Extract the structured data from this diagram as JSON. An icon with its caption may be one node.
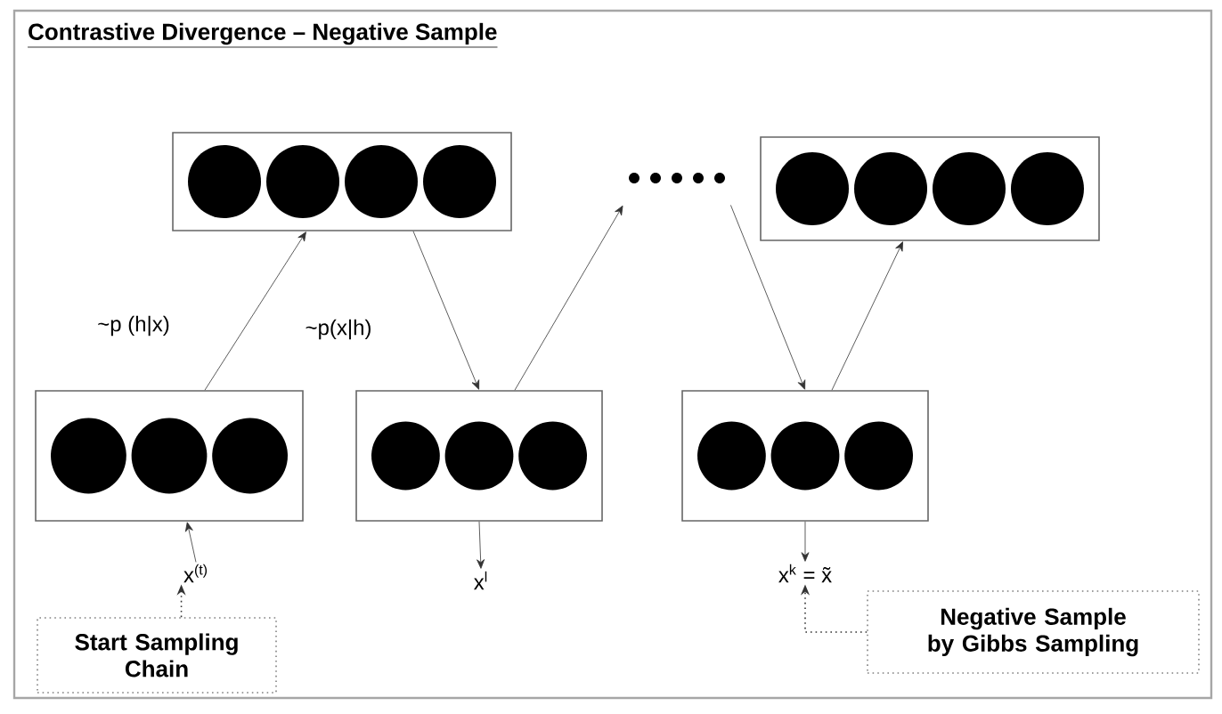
{
  "diagram": {
    "title": "Contrastive Divergence – Negative Sample",
    "nodes": [
      {
        "text": [],
        "shape": "box"
      },
      {
        "text": [],
        "shape": "box"
      },
      {
        "text": [],
        "shape": "box"
      },
      {
        "text": [],
        "shape": "ellipsis"
      },
      {
        "text": [],
        "shape": "box"
      },
      {
        "text": [],
        "shape": "box"
      },
      {
        "text": [
          "x$^{(t)}$"
        ]
      },
      {
        "text": [
          "x$^{l}$"
        ]
      },
      {
        "text": [
          "x$^{k}$ = x̃"
        ]
      },
      {
        "text": [
          "Start Sampling Chain"
        ]
      },
      {
        "text": [
          "Negative Sample by Gibbs Sampling"
        ]
      }
    ],
    "edges": [
      {
        "from": 0,
        "to": 1,
        "arrow": "to",
        "label": "~p (h|x)"
      },
      {
        "from": 1,
        "to": 2,
        "arrow": "to",
        "label": "~p(x|h)"
      },
      {
        "from": 2,
        "to": 3,
        "arrow": "to"
      },
      {
        "from": 3,
        "to": 5,
        "arrow": "to"
      },
      {
        "from": 5,
        "to": 4,
        "arrow": "to"
      },
      {
        "from": 6,
        "to": 0,
        "arrow": "to"
      },
      {
        "from": 2,
        "to": 7,
        "arrow": "to"
      },
      {
        "from": 5,
        "to": 8,
        "arrow": "to"
      },
      {
        "from": 9,
        "to": 6,
        "arrow": "to",
        "style": "dashed"
      },
      {
        "from": 10,
        "to": 8,
        "arrow": "to",
        "style": "dashed"
      }
    ]
  }
}
